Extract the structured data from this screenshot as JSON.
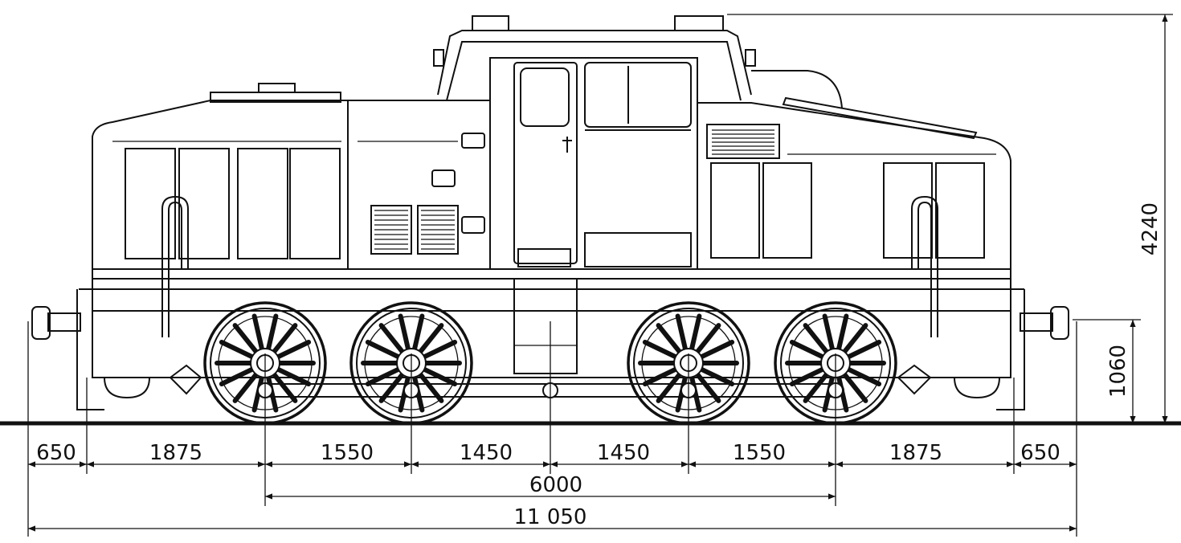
{
  "diagram": {
    "subject": "locomotive-side-elevation",
    "dimensions": {
      "end_overhang_left": "650",
      "left_buffer_to_axle": "1875",
      "axle_1_2": "1550",
      "axle_2_center": "1450",
      "center_axle_3": "1450",
      "axle_3_4": "1550",
      "right_axle_to_buffer": "1875",
      "end_overhang_right": "650",
      "wheelbase": "6000",
      "length_over_buffers": "11 050",
      "total_height": "4240",
      "buffer_height": "1060"
    }
  }
}
